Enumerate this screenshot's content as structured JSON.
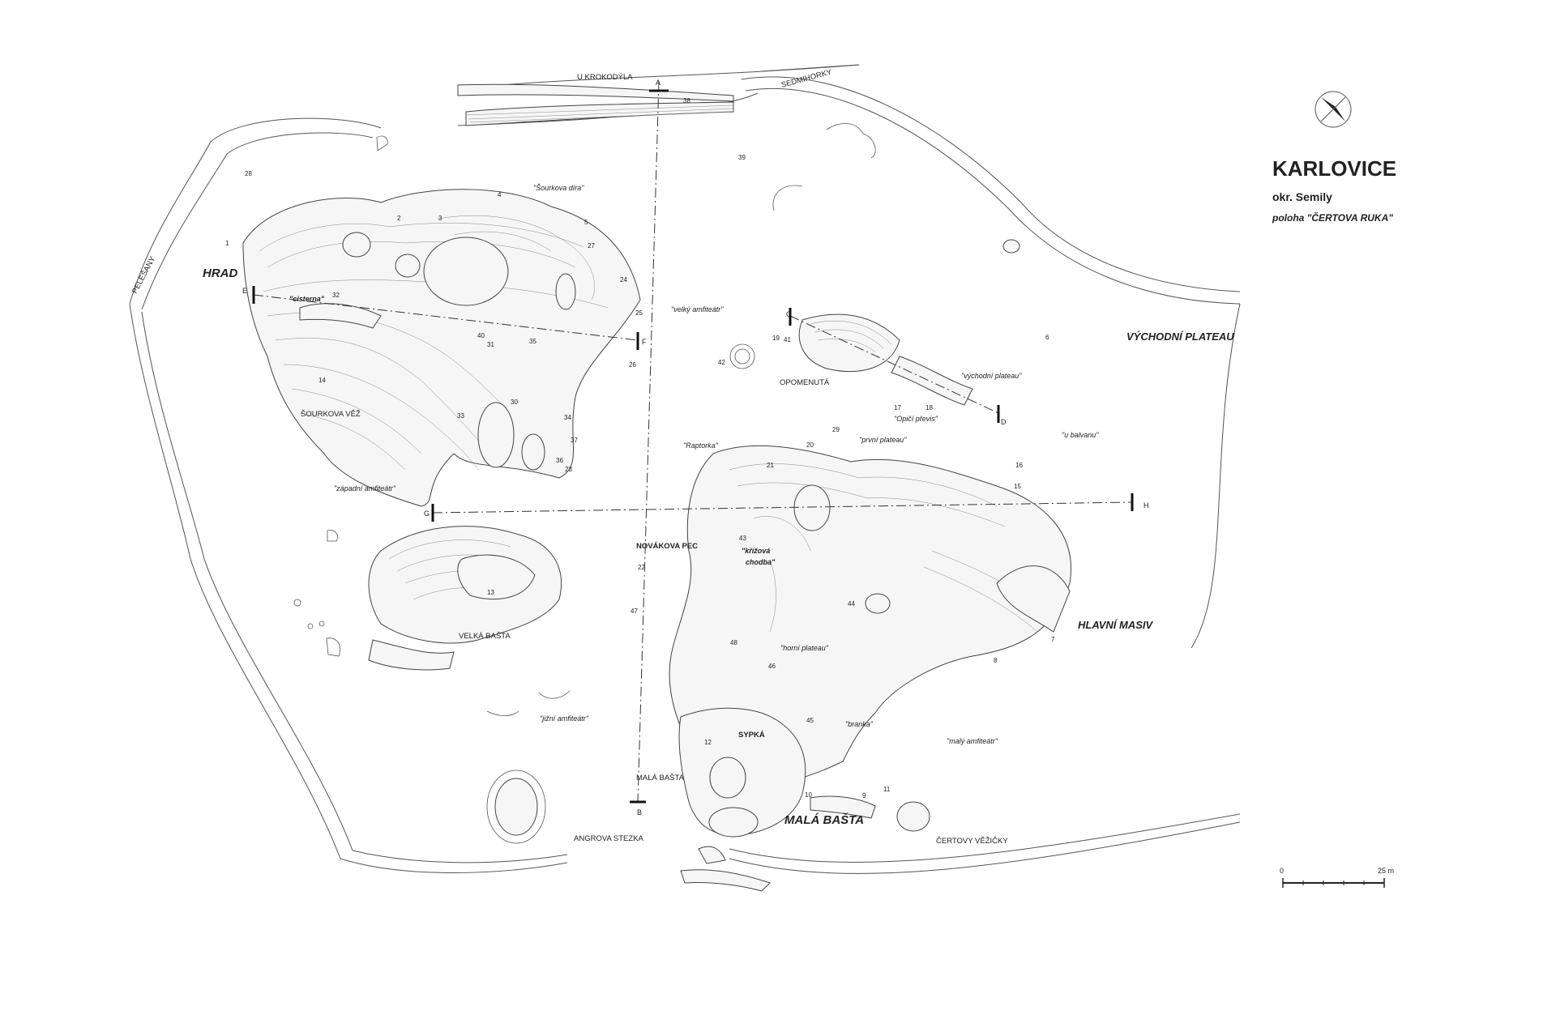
{
  "title": "KARLOVICE",
  "district": "okr. Semily",
  "locality": "poloha \"ČERTOVA RUKA\"",
  "scale": {
    "start": "0",
    "end": "25 m"
  },
  "roads": {
    "u_krokodyla": "U KROKODÝLA",
    "sedmihorky": "SEDMIHORKY",
    "pelesany": "PELEŠANY",
    "angrova_stezka": "ANGROVA STEZKA"
  },
  "areas": {
    "hrad": "HRAD",
    "vychodni_plateau": "VÝCHODNÍ PLATEAU",
    "hlavni_masiv": "HLAVNÍ MASIV",
    "mala_basta_big": "MALÁ BAŠTA"
  },
  "features": {
    "sourkova_dira": "\"Šourkova díra\"",
    "velky_amfiteatr": "\"velký amfiteátr\"",
    "cisterna": "\"cisterna\"",
    "sourkova_vez": "ŠOURKOVA VĚŽ",
    "opomenuta": "OPOMENUTÁ",
    "vychodni_plateau_q": "\"východní plateau\"",
    "opici_previs": "\"Opičí převis\"",
    "u_balvanu": "\"u balvanu\"",
    "raptorka": "\"Raptorka\"",
    "prvni_plateau": "\"první plateau\"",
    "zapadni_amfiteatr": "\"západní amfiteátr\"",
    "novakova_pec": "NOVÁKOVA PEC",
    "krizova_chodba_1": "\"křížová",
    "krizova_chodba_2": "chodba\"",
    "velka_basta": "VELKÁ BAŠTA",
    "horni_plateau": "\"horní plateau\"",
    "jizni_amfiteatr": "\"jižní amfiteátr\"",
    "sypka": "SYPKÁ",
    "branka": "\"branka\"",
    "maly_amfiteatr": "\"malý amfiteátr\"",
    "mala_basta_small": "MALÁ BAŠTA",
    "certovy_vezicky": "ČERTOVY VĚŽIČKY"
  },
  "section_points": {
    "a": "A",
    "b": "B",
    "c": "C",
    "d": "D",
    "e": "E",
    "f": "F",
    "g": "G",
    "h": "H"
  },
  "numbers": [
    "1",
    "2",
    "3",
    "4",
    "5",
    "6",
    "7",
    "8",
    "9",
    "10",
    "11",
    "12",
    "13",
    "14",
    "15",
    "16",
    "17",
    "18",
    "19",
    "20",
    "21",
    "22",
    "23",
    "24",
    "25",
    "26",
    "27",
    "28",
    "29",
    "30",
    "31",
    "32",
    "33",
    "34",
    "35",
    "36",
    "37",
    "38",
    "39",
    "40",
    "41",
    "42",
    "43",
    "44",
    "45",
    "46",
    "47",
    "48"
  ]
}
